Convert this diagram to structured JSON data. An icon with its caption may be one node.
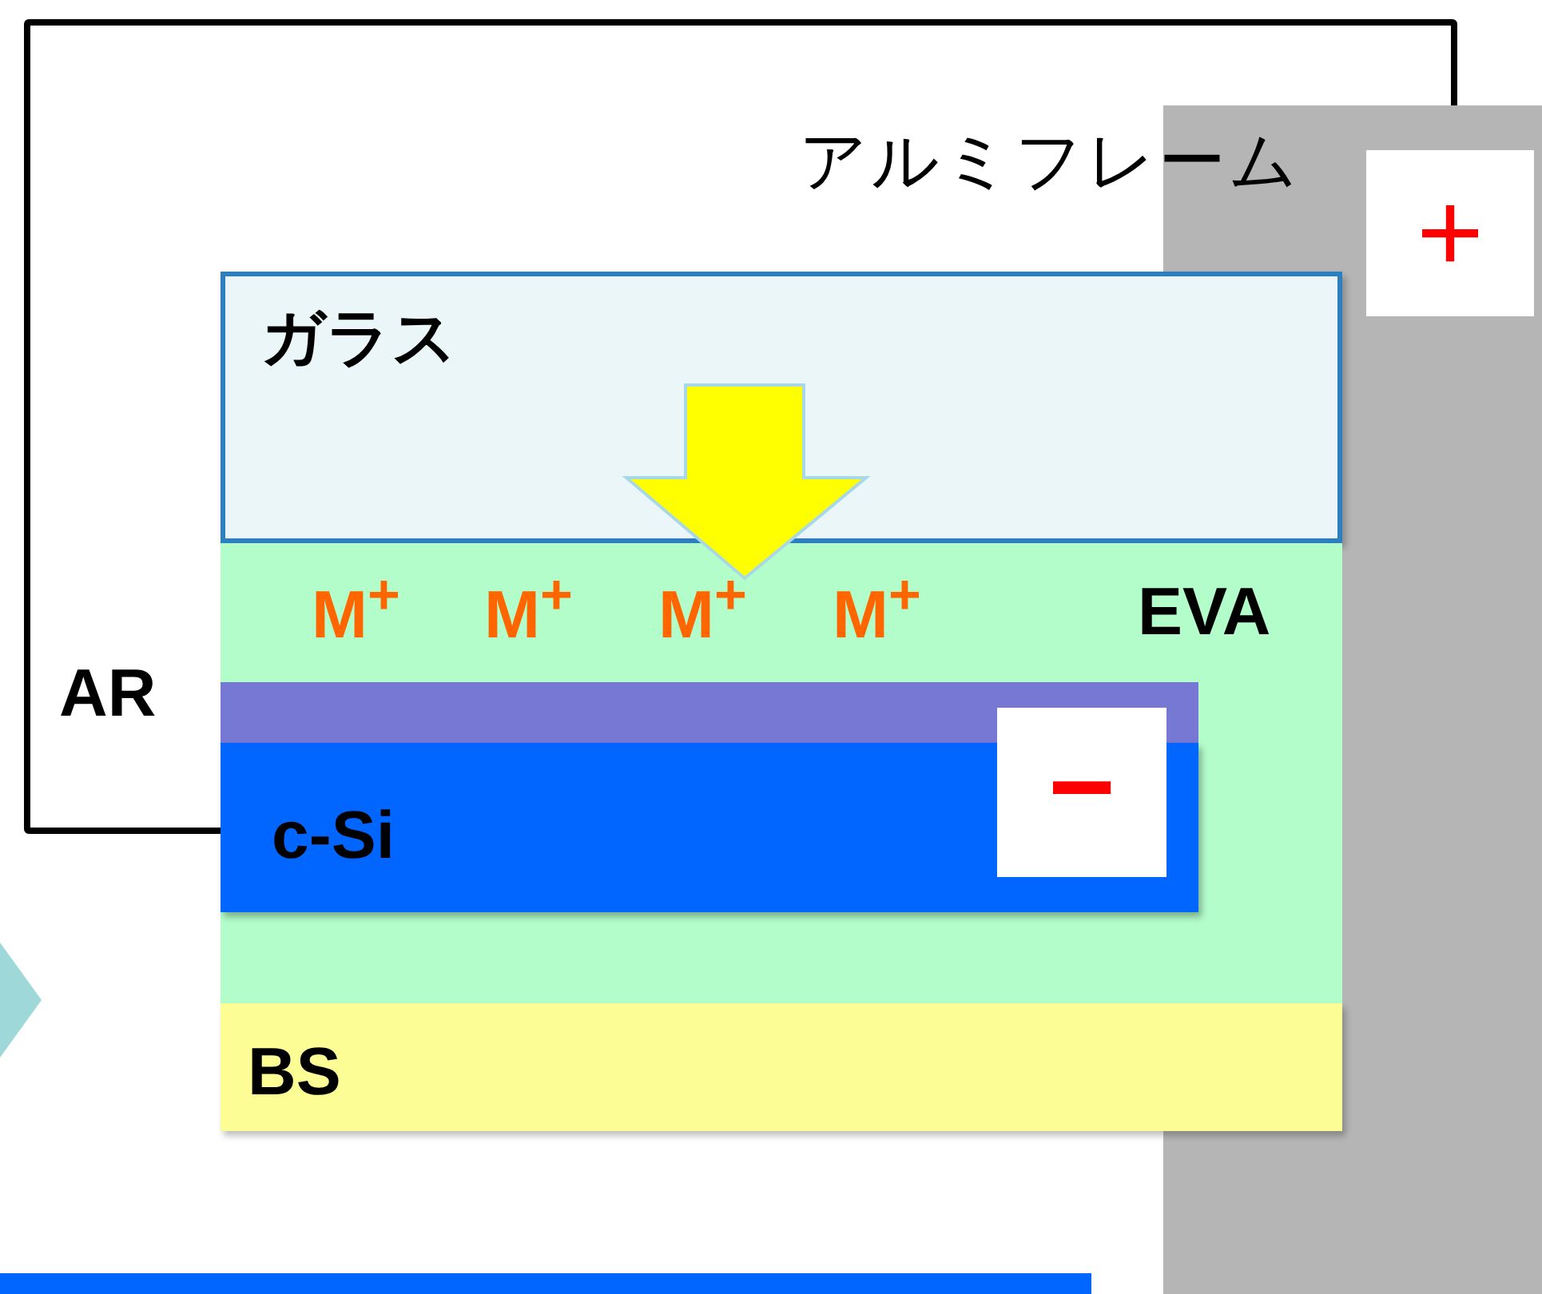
{
  "diagram": {
    "nodes": [
      {
        "text": [
          "アルミフレーム"
        ]
      },
      {
        "text": [
          "+"
        ],
        "in": 0
      },
      {
        "text": [
          "ガラス"
        ]
      },
      {
        "text": [
          "EVA"
        ]
      },
      {
        "text": [],
        "shape": "bar",
        "in": 3
      },
      {
        "text": [
          "c-Si"
        ],
        "in": 3
      },
      {
        "text": [
          "−"
        ],
        "in": 3
      },
      {
        "text": [
          "BS"
        ]
      }
    ],
    "edges": [],
    "labels": [
      "M$^{+}$",
      "M$^{+}$",
      "M$^{+}$",
      "M$^{+}$",
      "AR"
    ]
  }
}
